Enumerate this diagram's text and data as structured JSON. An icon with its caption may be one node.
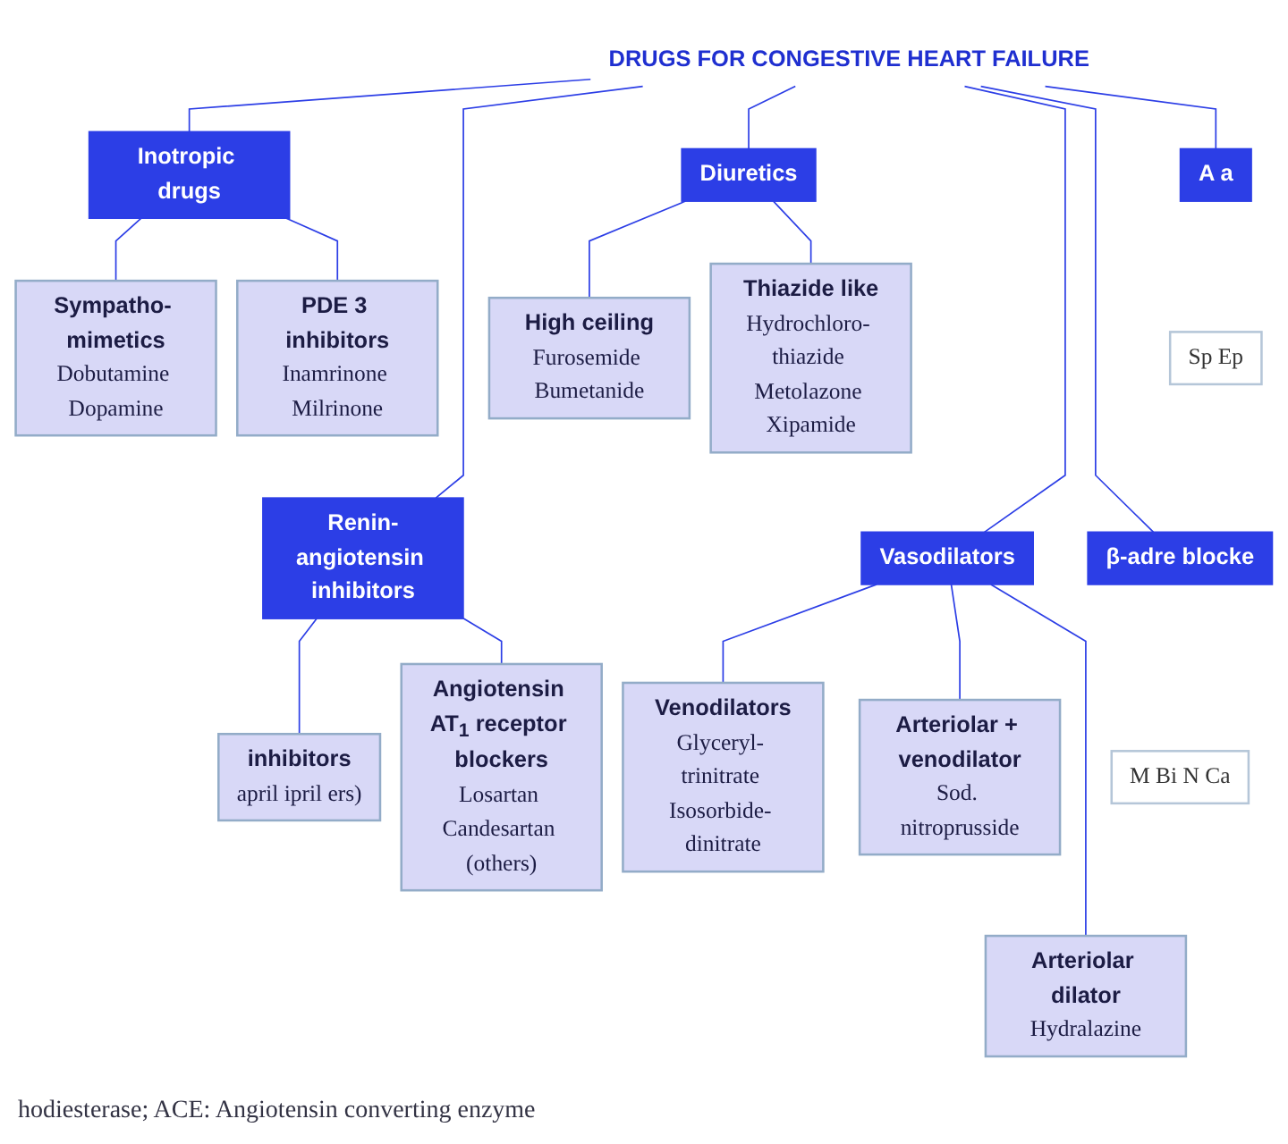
{
  "diagram": {
    "nodes": [
      {
        "text": [
          "DRUGS FOR CONGESTIVE HEART FAILURE"
        ]
      },
      {
        "text": [
          "Inotropic drugs"
        ]
      },
      {
        "text": [
          "Diuretics"
        ]
      },
      {
        "text": [
          "A a"
        ]
      },
      {
        "text": [
          "Sympatho- mimetics",
          "Dobutamine Dopamine"
        ]
      },
      {
        "text": [
          "PDE 3 inhibitors",
          "Inamrinone Milrinone"
        ]
      },
      {
        "text": [
          "High ceiling",
          "Furosemide Bumetanide"
        ]
      },
      {
        "text": [
          "Thiazide like",
          "Hydrochloro- thiazide Metolazone Xipamide"
        ]
      },
      {
        "text": [
          "Sp Ep"
        ]
      },
      {
        "text": [
          "β-adre blocke"
        ]
      },
      {
        "text": [
          "Renin-angiotensin inhibitors"
        ]
      },
      {
        "text": [
          "Vasodilators"
        ]
      },
      {
        "text": [
          "M Bi N Ca"
        ]
      },
      {
        "text": [
          "inhibitors",
          "april ipril ers)"
        ]
      },
      {
        "text": [
          "Angiotensin AT$_{1}$ receptor blockers",
          "Losartan Candesartan (others)"
        ]
      },
      {
        "text": [
          "Venodilators",
          "Glyceryl- trinitrate Isosorbide- dinitrate"
        ]
      },
      {
        "text": [
          "Arteriolar + venodilator",
          "Sod. nitroprusside"
        ]
      },
      {
        "text": [
          "Arteriolar dilator",
          "Hydralazine"
        ]
      }
    ],
    "edges": [
      {
        "from": 0,
        "to": 1,
        "arrow": "none"
      },
      {
        "from": 0,
        "to": 10,
        "arrow": "none"
      },
      {
        "from": 0,
        "to": 2,
        "arrow": "none"
      },
      {
        "from": 0,
        "to": 11,
        "arrow": "none"
      },
      {
        "from": 0,
        "to": 9,
        "arrow": "none"
      },
      {
        "from": 0,
        "to": 3,
        "arrow": "none"
      },
      {
        "from": 1,
        "to": 4,
        "arrow": "none"
      },
      {
        "from": 1,
        "to": 5,
        "arrow": "none"
      },
      {
        "from": 10,
        "to": 13,
        "arrow": "none"
      },
      {
        "from": 10,
        "to": 14,
        "arrow": "none"
      },
      {
        "from": 2,
        "to": 6,
        "arrow": "none"
      },
      {
        "from": 2,
        "to": 7,
        "arrow": "none"
      },
      {
        "from": 11,
        "to": 15,
        "arrow": "none"
      },
      {
        "from": 11,
        "to": 16,
        "arrow": "none"
      },
      {
        "from": 11,
        "to": 17,
        "arrow": "none"
      }
    ],
    "labels": [
      "hodiesterase; ACE: Angiotensin converting enzyme"
    ]
  }
}
